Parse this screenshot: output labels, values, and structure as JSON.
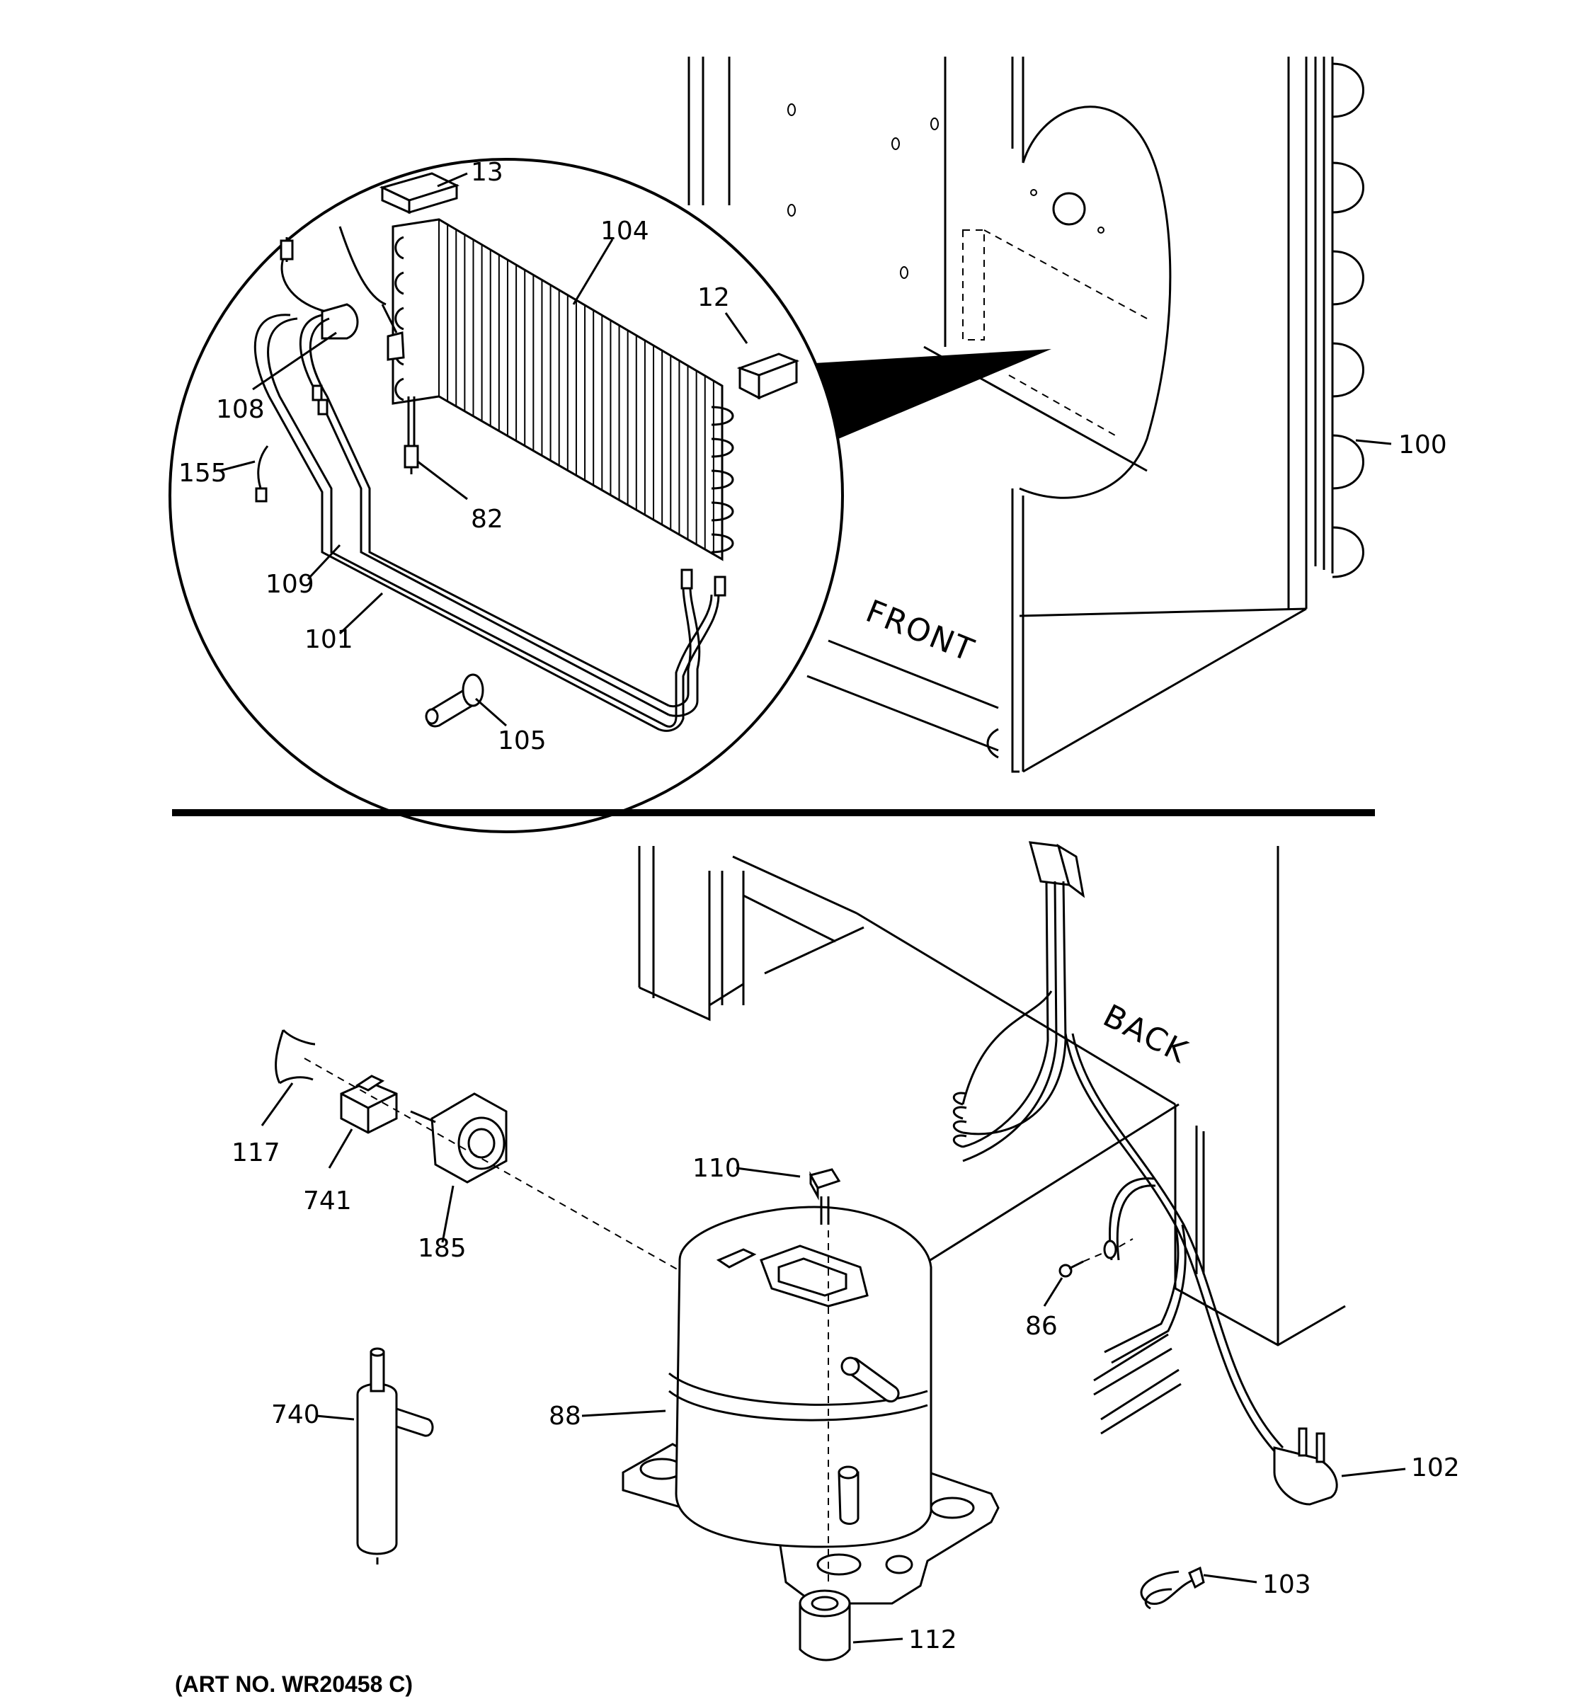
{
  "labels": {
    "front": "FRONT",
    "back": "BACK",
    "art_no": "(ART NO. WR20458 C)"
  },
  "callouts": {
    "p13": "13",
    "p104": "104",
    "p12": "12",
    "p108": "108",
    "p155": "155",
    "p82": "82",
    "p109": "109",
    "p101": "101",
    "p105": "105",
    "p100": "100",
    "p117": "117",
    "p741": "741",
    "p185": "185",
    "p110": "110",
    "p86": "86",
    "p740": "740",
    "p88": "88",
    "p102": "102",
    "p103": "103",
    "p112": "112"
  }
}
